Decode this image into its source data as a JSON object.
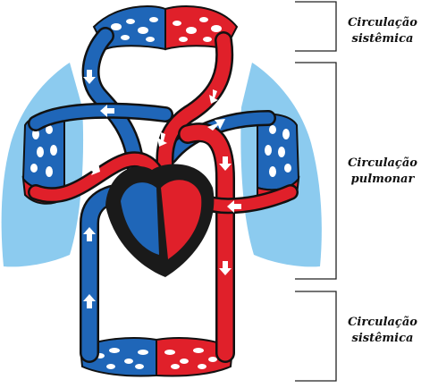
{
  "labels": {
    "top": {
      "line1": "Circulação",
      "line2": "sistêmica"
    },
    "middle": {
      "line1": "Circulação",
      "line2": "pulmonar"
    },
    "bottom": {
      "line1": "Circulação",
      "line2": "sistêmica"
    }
  },
  "colors": {
    "venous": "#1f66b8",
    "arterial": "#e0202a",
    "lung": "#8ccbef",
    "heart_dark": "#1a1a1a",
    "outline": "#111111",
    "arrow": "#ffffff"
  }
}
